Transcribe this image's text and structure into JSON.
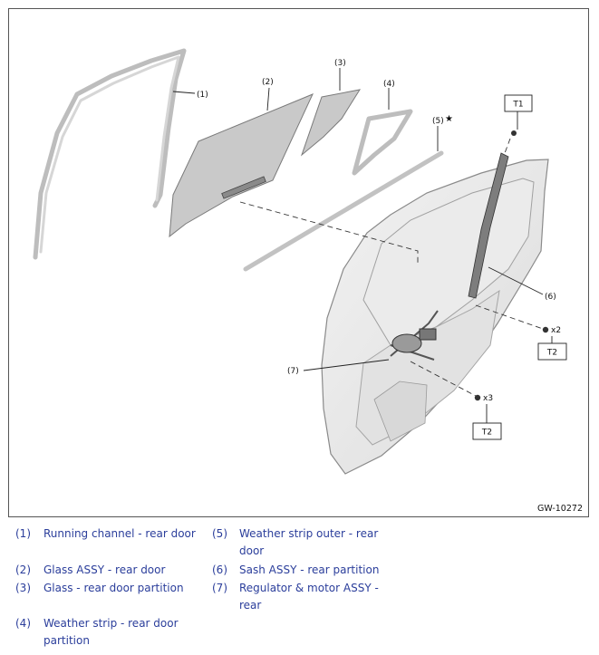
{
  "diagram": {
    "code": "GW-10272",
    "callouts": {
      "c1": "(1)",
      "c2": "(2)",
      "c3": "(3)",
      "c4": "(4)",
      "c5": "(5)",
      "c6": "(6)",
      "c7": "(7)",
      "star": "★"
    },
    "torque": {
      "t1": "T1",
      "t2a": "T2",
      "t2b": "T2"
    },
    "qty": {
      "x2": "x2",
      "x3": "x3"
    }
  },
  "legend": [
    {
      "num": "(1)",
      "text": "Running channel - rear door"
    },
    {
      "num": "(2)",
      "text": "Glass ASSY - rear door"
    },
    {
      "num": "(3)",
      "text": "Glass - rear door partition"
    },
    {
      "num": "(4)",
      "text": "Weather strip - rear door partition"
    },
    {
      "num": "(5)",
      "text": "Weather strip outer - rear door"
    },
    {
      "num": "(6)",
      "text": "Sash ASSY - rear partition"
    },
    {
      "num": "(7)",
      "text": "Regulator & motor ASSY - rear"
    }
  ],
  "colors": {
    "legend_text": "#2b3e9b",
    "glass": "#c9c9c9",
    "line": "#333333"
  }
}
